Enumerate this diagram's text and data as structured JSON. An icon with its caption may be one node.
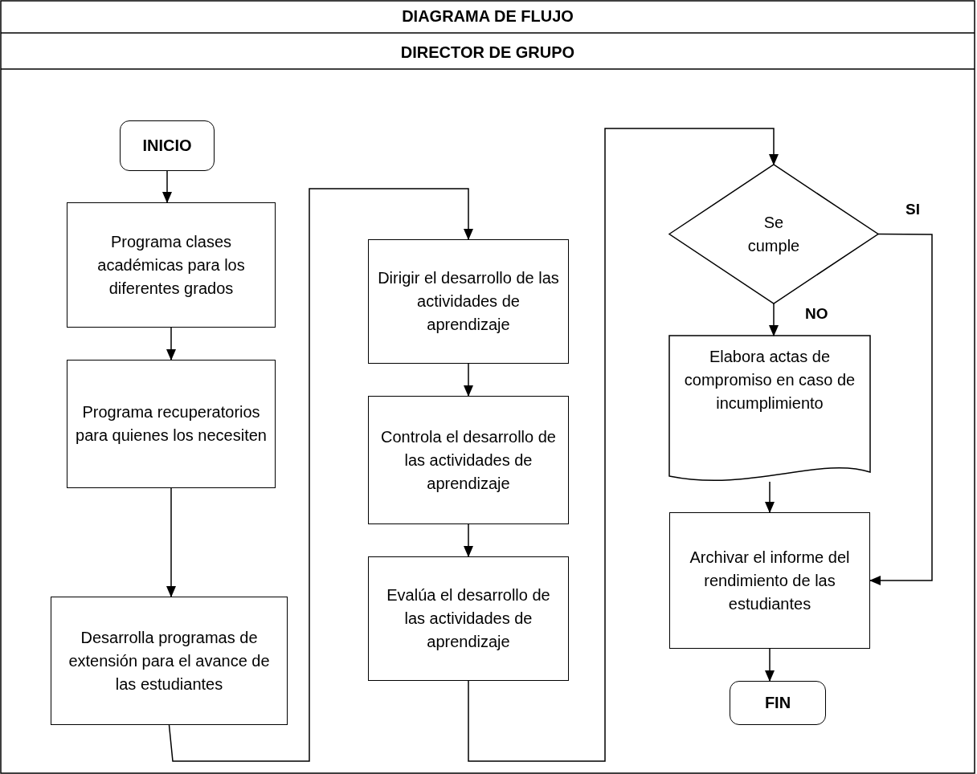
{
  "diagram": {
    "title": "DIAGRAMA DE FLUJO",
    "nodes": [
      {
        "text": [
          "INICIO"
        ]
      },
      {
        "text": [
          "Programa clases académicas para los diferentes grados"
        ]
      },
      {
        "text": [
          "Programa recuperatorios para quienes los necesiten"
        ]
      },
      {
        "text": [
          "Desarrolla programas de extensión para el avance de las estudiantes"
        ]
      },
      {
        "text": [
          "Dirigir el desarrollo de las actividades de aprendizaje"
        ]
      },
      {
        "text": [
          "Controla el desarrollo de las actividades de aprendizaje"
        ]
      },
      {
        "text": [
          "Evalúa el desarrollo de las actividades de aprendizaje"
        ]
      },
      {
        "text": [
          "Se cumple"
        ]
      },
      {
        "text": [
          "Elabora actas de compromiso en caso de incumplimiento"
        ]
      },
      {
        "text": [
          "Archivar el informe del rendimiento de las estudiantes"
        ]
      },
      {
        "text": [
          "FIN"
        ]
      }
    ],
    "edges": [
      {
        "from": 0,
        "to": 1,
        "arrow": "to"
      },
      {
        "from": 1,
        "to": 2,
        "arrow": "to"
      },
      {
        "from": 2,
        "to": 3,
        "arrow": "to"
      },
      {
        "from": 3,
        "to": 4,
        "arrow": "to"
      },
      {
        "from": 4,
        "to": 5,
        "arrow": "to"
      },
      {
        "from": 5,
        "to": 6,
        "arrow": "to"
      },
      {
        "from": 6,
        "to": 7,
        "arrow": "to"
      },
      {
        "from": 7,
        "to": 8,
        "arrow": "to",
        "label": "NO"
      },
      {
        "from": 7,
        "to": 9,
        "arrow": "to",
        "label": "SI"
      },
      {
        "from": 8,
        "to": 9,
        "arrow": "to"
      },
      {
        "from": 9,
        "to": 10,
        "arrow": "to"
      }
    ],
    "labels": [
      "DIRECTOR DE GRUPO"
    ]
  }
}
